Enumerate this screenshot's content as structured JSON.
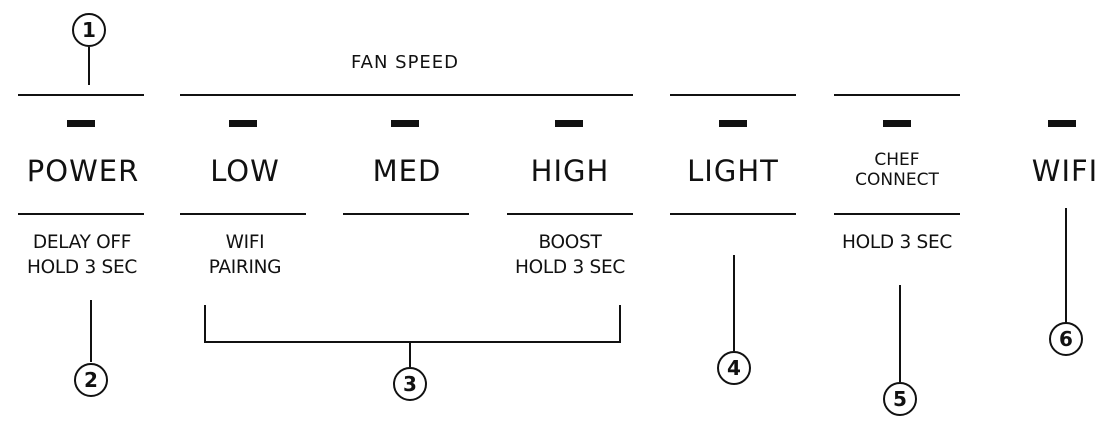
{
  "heading_fan_speed": "FAN SPEED",
  "buttons": [
    {
      "label": "POWER",
      "sub": "DELAY OFF\nHOLD 3 SEC"
    },
    {
      "label": "LOW",
      "sub": "WIFI\nPAIRING"
    },
    {
      "label": "MED",
      "sub": ""
    },
    {
      "label": "HIGH",
      "sub": "BOOST\nHOLD 3 SEC"
    },
    {
      "label": "LIGHT",
      "sub": ""
    },
    {
      "label": "CHEF\nCONNECT",
      "sub": "HOLD 3 SEC"
    },
    {
      "label": "WIFI",
      "sub": ""
    }
  ],
  "callouts": [
    "1",
    "2",
    "3",
    "4",
    "5",
    "6"
  ]
}
